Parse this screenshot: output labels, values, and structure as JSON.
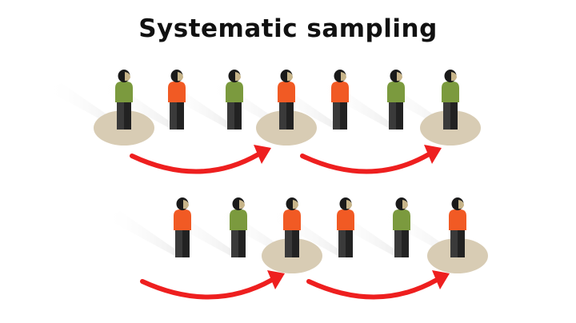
{
  "title": "Systematic sampling",
  "colors": {
    "green": "#7b9a3e",
    "orange": "#f15a24",
    "head": "#1a1a1a",
    "face": "#c8b58a",
    "legs_light": "#3a3a3a",
    "legs_dark": "#222222",
    "highlight_disc": "#d8ccb4",
    "arrow": "#ee1f1f",
    "shadow": "#ebebeb"
  },
  "rows": [
    {
      "people": [
        {
          "shirt": "green",
          "selected": true
        },
        {
          "shirt": "orange",
          "selected": false
        },
        {
          "shirt": "green",
          "selected": false
        },
        {
          "shirt": "orange",
          "selected": true
        },
        {
          "shirt": "orange",
          "selected": false
        },
        {
          "shirt": "green",
          "selected": false
        },
        {
          "shirt": "green",
          "selected": true
        }
      ]
    },
    {
      "people": [
        {
          "shirt": "orange",
          "selected": false
        },
        {
          "shirt": "green",
          "selected": false
        },
        {
          "shirt": "orange",
          "selected": true
        },
        {
          "shirt": "orange",
          "selected": false
        },
        {
          "shirt": "green",
          "selected": false
        },
        {
          "shirt": "orange",
          "selected": true
        }
      ]
    }
  ]
}
